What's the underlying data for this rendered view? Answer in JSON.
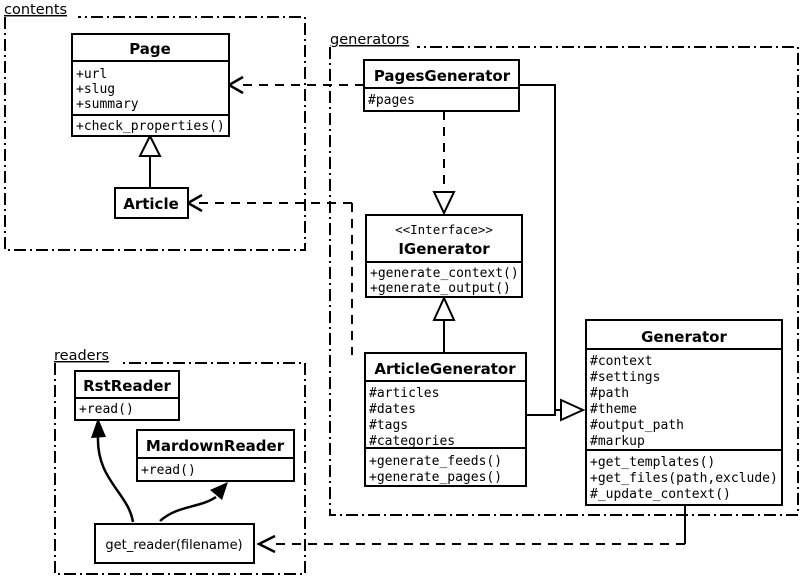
{
  "diagram": {
    "type": "uml-class-diagram",
    "packages": [
      {
        "id": "contents",
        "label": "contents"
      },
      {
        "id": "generators",
        "label": "generators"
      },
      {
        "id": "readers",
        "label": "readers"
      }
    ],
    "classes": [
      {
        "id": "page",
        "name": "Page",
        "stereotype": "",
        "attributes": [
          "+url",
          "+slug",
          "+summary"
        ],
        "methods": [
          "+check_properties()"
        ]
      },
      {
        "id": "article",
        "name": "Article",
        "stereotype": "",
        "attributes": [],
        "methods": []
      },
      {
        "id": "pages_generator",
        "name": "PagesGenerator",
        "stereotype": "",
        "attributes": [
          "#pages"
        ],
        "methods": []
      },
      {
        "id": "igenerator",
        "name": "IGenerator",
        "stereotype": "<<Interface>>",
        "attributes": [],
        "methods": [
          "+generate_context()",
          "+generate_output()"
        ]
      },
      {
        "id": "article_generator",
        "name": "ArticleGenerator",
        "stereotype": "",
        "attributes": [
          "#articles",
          "#dates",
          "#tags",
          "#categories"
        ],
        "methods": [
          "+generate_feeds()",
          "+generate_pages()"
        ]
      },
      {
        "id": "generator",
        "name": "Generator",
        "stereotype": "",
        "attributes": [
          "#context",
          "#settings",
          "#path",
          "#theme",
          "#output_path",
          "#markup"
        ],
        "methods": [
          "+get_templates()",
          "+get_files(path,exclude)",
          "#_update_context()"
        ]
      },
      {
        "id": "rst_reader",
        "name": "RstReader",
        "stereotype": "",
        "attributes": [],
        "methods": [
          "+read()"
        ]
      },
      {
        "id": "mardown_reader",
        "name": "MardownReader",
        "stereotype": "",
        "attributes": [],
        "methods": [
          "+read()"
        ]
      }
    ],
    "functions": [
      {
        "id": "get_reader",
        "label": "get_reader(filename)"
      }
    ],
    "relations": [
      {
        "from": "article",
        "to": "page",
        "kind": "generalization"
      },
      {
        "from": "pages_generator",
        "to": "igenerator",
        "kind": "realization"
      },
      {
        "from": "article_generator",
        "to": "igenerator",
        "kind": "generalization"
      },
      {
        "from": "pages_generator",
        "to": "generator",
        "kind": "generalization"
      },
      {
        "from": "article_generator",
        "to": "generator",
        "kind": "generalization"
      },
      {
        "from": "pages_generator",
        "to": "page",
        "kind": "dependency"
      },
      {
        "from": "article_generator",
        "to": "article",
        "kind": "dependency"
      },
      {
        "from": "generator",
        "to": "get_reader",
        "kind": "dependency"
      },
      {
        "from": "get_reader",
        "to": "rst_reader",
        "kind": "creates"
      },
      {
        "from": "get_reader",
        "to": "mardown_reader",
        "kind": "creates"
      }
    ],
    "colors": {
      "background": "#ffffff",
      "stroke": "#000000",
      "fill": "#ffffff"
    }
  }
}
